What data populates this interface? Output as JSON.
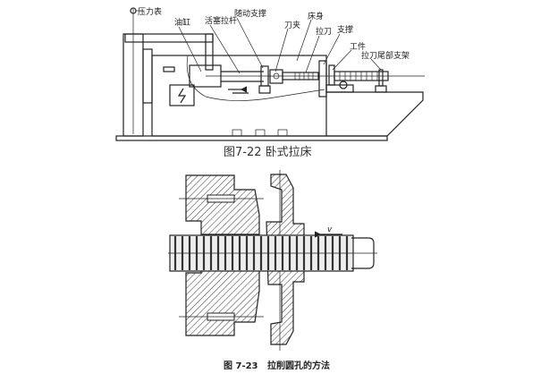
{
  "figure1": {
    "caption": "图7-22 卧式拉床",
    "labels": {
      "pressure_gauge": "压力表",
      "oil_cylinder": "油缸",
      "piston_rod": "活塞拉杆",
      "follower_support": "随动支撑",
      "tool_holder": "刀夹",
      "bed": "床身",
      "broach": "拉刀",
      "support": "支撑",
      "workpiece": "工件",
      "broach_tail_bracket": "拉刀尾部支架"
    }
  },
  "figure2": {
    "caption": "图 7-23   拉削圆孔的方法",
    "velocity_label": "v"
  }
}
